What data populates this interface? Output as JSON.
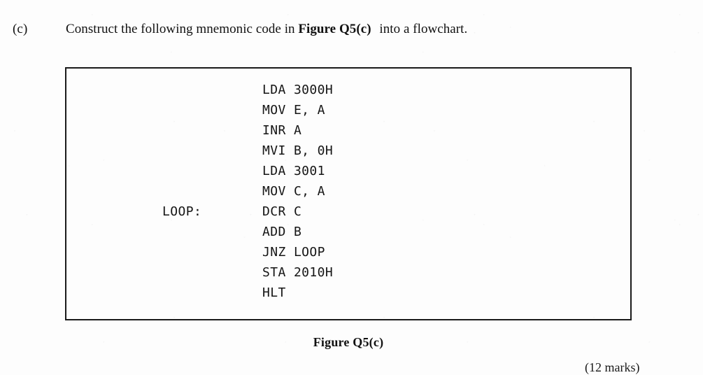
{
  "page": {
    "background_color": "#fdfdfd",
    "text_color": "#111111"
  },
  "question": {
    "label": "(c)",
    "text_before": "Construct the following mnemonic code in ",
    "figure_reference": "Figure Q5(c)",
    "text_after": " into a flowchart."
  },
  "code_block": {
    "border_color": "#1a1a1a",
    "lines": [
      {
        "label": "",
        "instruction": "LDA 3000H"
      },
      {
        "label": "",
        "instruction": "MOV E, A"
      },
      {
        "label": "",
        "instruction": "INR A"
      },
      {
        "label": "",
        "instruction": "MVI B, 0H"
      },
      {
        "label": "",
        "instruction": "LDA 3001"
      },
      {
        "label": "",
        "instruction": "MOV C, A"
      },
      {
        "label": "LOOP:",
        "instruction": "DCR C"
      },
      {
        "label": "",
        "instruction": "ADD B"
      },
      {
        "label": "",
        "instruction": "JNZ LOOP"
      },
      {
        "label": "",
        "instruction": "STA 2010H"
      },
      {
        "label": "",
        "instruction": "HLT"
      }
    ]
  },
  "caption": {
    "text": "Figure Q5(c)"
  },
  "marks_note": {
    "text": "(12 marks)"
  }
}
